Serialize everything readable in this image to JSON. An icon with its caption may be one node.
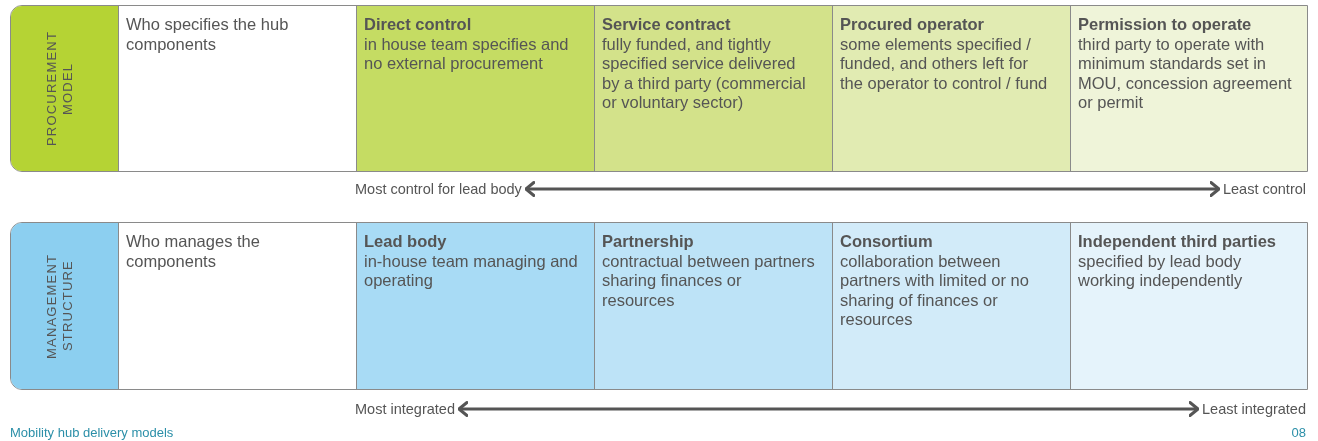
{
  "diagram": {
    "nodes": [
      {
        "text": [
          "PROCUREMENT MODEL"
        ]
      },
      {
        "text": [
          "Who specifies the hub components"
        ]
      },
      {
        "text": [
          "Direct control",
          "in house team specifies and no external procurement"
        ]
      },
      {
        "text": [
          "Service contract",
          "fully funded, and tightly specified service delivered by a third party (commercial or voluntary sector)"
        ]
      },
      {
        "text": [
          "Procured operator",
          "some elements specified / funded, and others left for the operator to control / fund"
        ]
      },
      {
        "text": [
          "Permission to operate",
          "third party to operate with minimum standards set in MOU, concession agreement or permit"
        ]
      },
      {
        "text": [
          "MANAGEMENT STRUCTURE"
        ]
      },
      {
        "text": [
          "Who manages the components"
        ]
      },
      {
        "text": [
          "Lead body",
          "in-house team managing and operating"
        ]
      },
      {
        "text": [
          "Partnership",
          "contractual between partners sharing finances or resources"
        ]
      },
      {
        "text": [
          "Consortium",
          "collaboration between partners with limited or no sharing of finances or resources"
        ]
      },
      {
        "text": [
          "Independent third parties",
          "specified by lead body working independently"
        ]
      },
      {
        "text": [
          "Most control for lead body"
        ]
      },
      {
        "text": [
          "Least control"
        ]
      },
      {
        "text": [
          "Most integrated"
        ]
      },
      {
        "text": [
          "Least integrated"
        ]
      }
    ],
    "edges": [
      {
        "from": 12,
        "to": 13,
        "arrow": "both"
      },
      {
        "from": 14,
        "to": 15,
        "arrow": "both"
      }
    ],
    "labels": [
      "Mobility hub delivery models",
      "08"
    ]
  }
}
